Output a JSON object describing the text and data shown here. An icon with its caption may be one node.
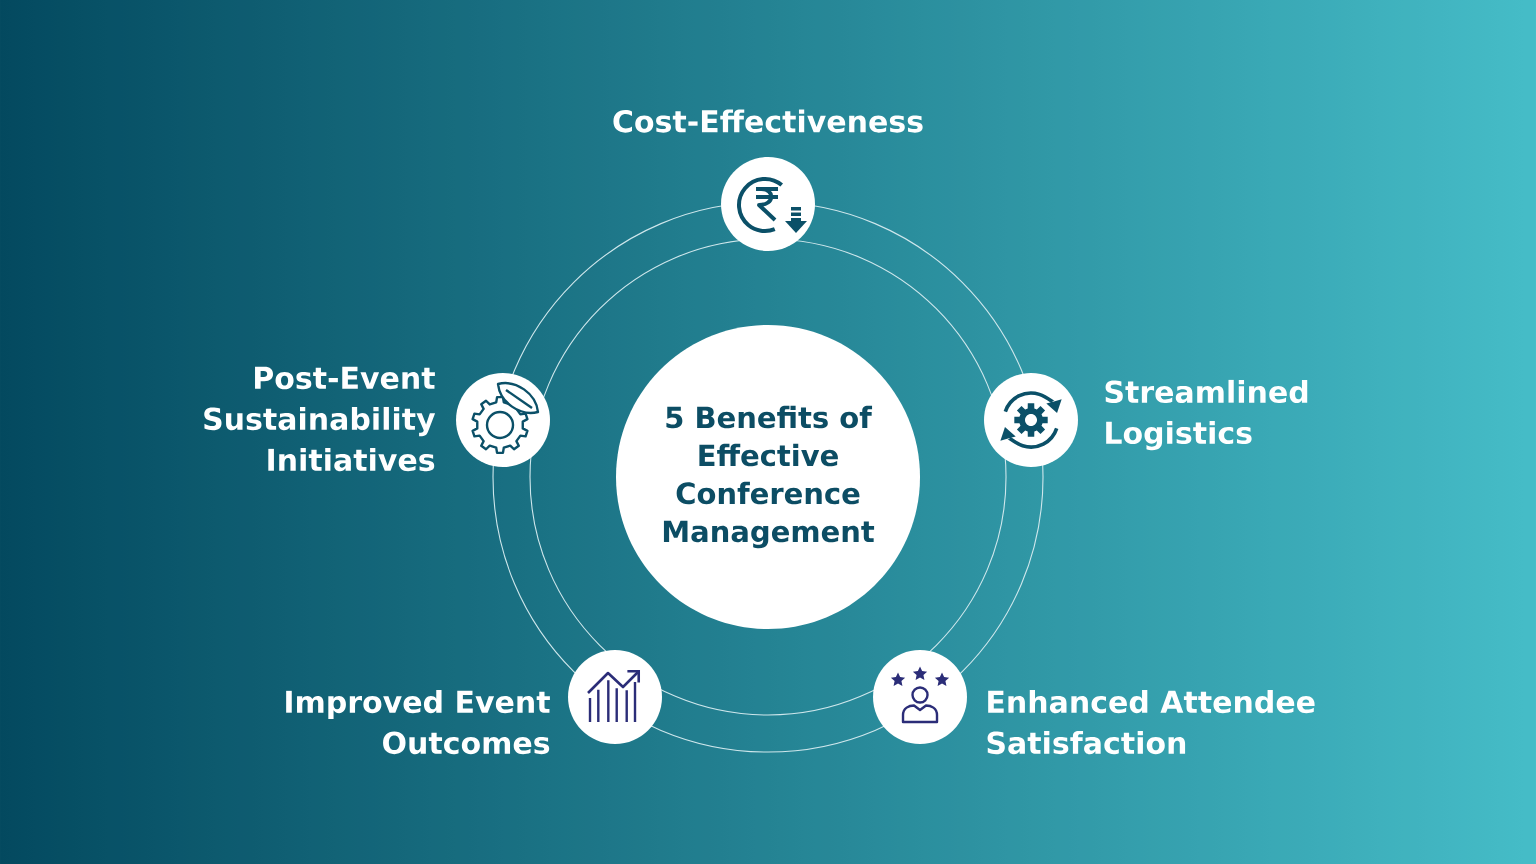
{
  "diagram": {
    "nodes": [
      {
        "text": [
          "5 Benefits of Effective Conference Management"
        ]
      },
      {
        "text": [],
        "shape": "circle",
        "beside": [
          "Cost-Effectiveness"
        ]
      },
      {
        "text": [],
        "shape": "circle",
        "beside": [
          "Streamlined Logistics"
        ]
      },
      {
        "text": [],
        "shape": "circle",
        "beside": [
          "Enhanced Attendee Satisfaction"
        ]
      },
      {
        "text": [],
        "shape": "circle",
        "beside": [
          "Improved Event Outcomes"
        ]
      },
      {
        "text": [],
        "shape": "circle",
        "beside": [
          "Post-Event Sustainability Initiatives"
        ]
      }
    ]
  }
}
